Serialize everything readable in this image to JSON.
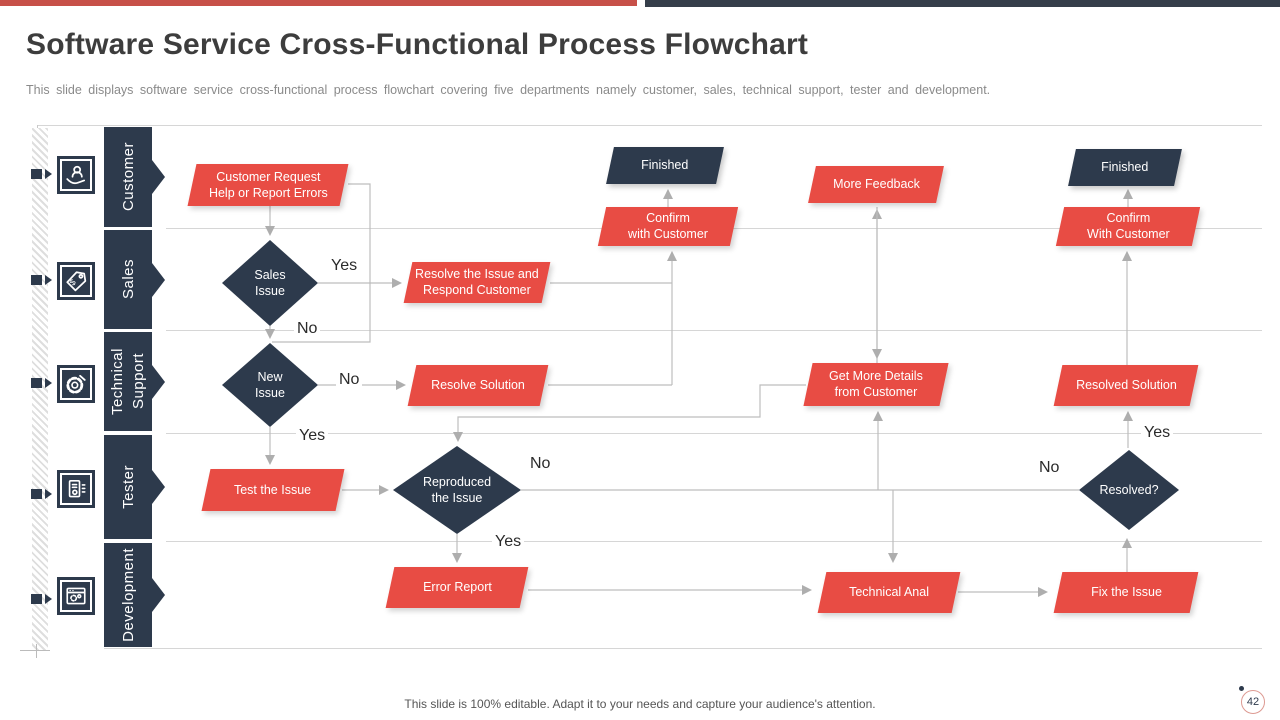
{
  "slide": {
    "title": "Software Service Cross-Functional Process Flowchart",
    "subtitle": "This slide displays software service cross-functional process flowchart covering five departments namely customer, sales, technical support, tester and development.",
    "footer": "This slide is 100% editable. Adapt it to your needs and capture your audience's attention.",
    "page_number": "42"
  },
  "colors": {
    "accent_red": "#e84c44",
    "navy": "#2d3a4c",
    "topbar_red": "#c75049",
    "topbar_navy": "#353e4a",
    "connector_gray": "#bdbdbd"
  },
  "lanes": [
    {
      "label": "Customer",
      "icon": "customer-support-icon"
    },
    {
      "label": "Sales",
      "icon": "sales-tag-icon"
    },
    {
      "label": "Technical\nSupport",
      "icon": "technical-support-gear-icon"
    },
    {
      "label": "Tester",
      "icon": "tester-device-icon"
    },
    {
      "label": "Development",
      "icon": "development-window-icon"
    }
  ],
  "shapes": {
    "customer_request": "Customer Request\nHelp or Report Errors",
    "finished_left": "Finished",
    "confirm_left": "Confirm\nwith Customer",
    "more_feedback": "More Feedback",
    "finished_right": "Finished",
    "confirm_right": "Confirm\nWith Customer",
    "sales_issue": "Sales\nIssue",
    "resolve_respond": "Resolve the Issue and\nRespond Customer",
    "new_issue": "New\nIssue",
    "resolve_solution": "Resolve Solution",
    "get_more_details": "Get More Details\nfrom Customer",
    "resolved_solution": "Resolved Solution",
    "test_issue": "Test the Issue",
    "reproduced": "Reproduced\nthe Issue",
    "resolved_q": "Resolved?",
    "error_report": "Error Report",
    "technical_anal": "Technical Anal",
    "fix_issue": "Fix the Issue"
  },
  "edge_labels": {
    "sales_yes": "Yes",
    "sales_no": "No",
    "new_no": "No",
    "new_yes": "Yes",
    "repro_no": "No",
    "repro_yes": "Yes",
    "resolved_no": "No",
    "resolved_yes": "Yes"
  }
}
